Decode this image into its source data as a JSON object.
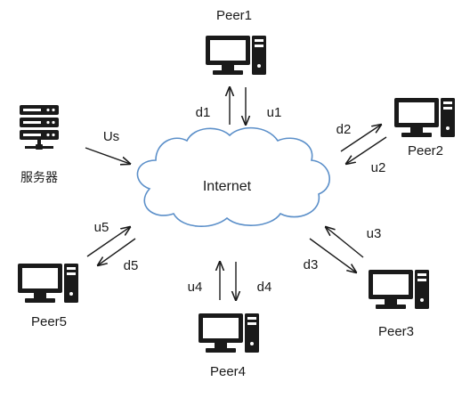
{
  "nodes": {
    "peer1": {
      "label": "Peer1",
      "icon": "computer-icon"
    },
    "peer2": {
      "label": "Peer2",
      "icon": "computer-icon"
    },
    "peer3": {
      "label": "Peer3",
      "icon": "computer-icon"
    },
    "peer4": {
      "label": "Peer4",
      "icon": "computer-icon"
    },
    "peer5": {
      "label": "Peer5",
      "icon": "computer-icon"
    },
    "server": {
      "label": "服务器",
      "icon": "server-icon"
    },
    "internet": {
      "label": "Internet",
      "icon": "cloud-icon"
    }
  },
  "links": {
    "server_up": "Us",
    "peer1_down": "d1",
    "peer1_up": "u1",
    "peer2_down": "d2",
    "peer2_up": "u2",
    "peer3_down": "d3",
    "peer3_up": "u3",
    "peer4_down": "d4",
    "peer4_up": "u4",
    "peer5_down": "d5",
    "peer5_up": "u5"
  },
  "colors": {
    "cloud_stroke": "#5b8fc9",
    "cloud_fill": "#ffffff",
    "icon": "#1a1a1a"
  }
}
